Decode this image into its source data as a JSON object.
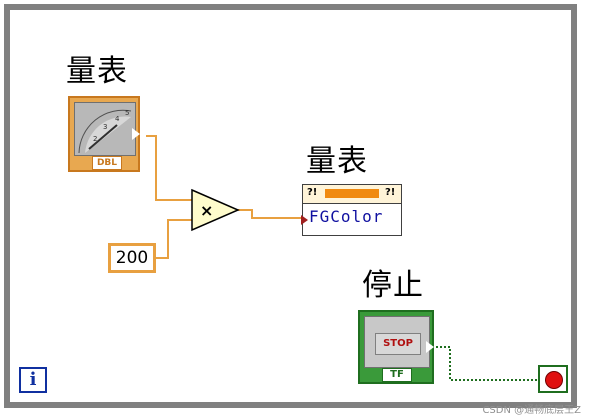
{
  "diagram": {
    "gauge": {
      "label": "量表",
      "type_badge": "DBL",
      "ticks": [
        "2",
        "3",
        "4",
        "5"
      ]
    },
    "multiply": {
      "symbol": "×"
    },
    "constant": {
      "value": "200"
    },
    "property_node": {
      "label": "量表",
      "property": "FGColor",
      "header_marks": [
        "?!",
        "?!"
      ]
    },
    "stop_button": {
      "label": "停止",
      "button_text": "STOP",
      "type_badge": "TF"
    },
    "loop_condition": {
      "icon": "stop-circle-icon"
    },
    "loop_info": {
      "icon": "info-icon",
      "symbol": "i"
    }
  },
  "watermark": "CSDN @通畅底层王Z",
  "colors": {
    "frame": "#808080",
    "numeric_wire": "#e8a040",
    "boolean_wire": "#1f6e1f",
    "property_text": "#1010a0"
  }
}
